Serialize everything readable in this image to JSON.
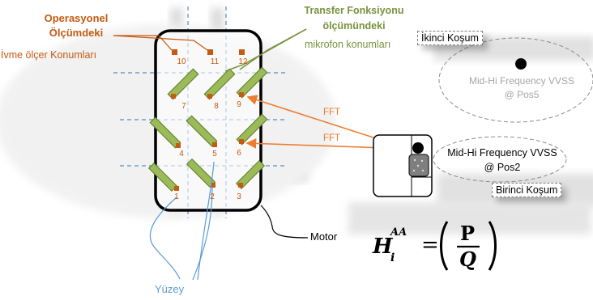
{
  "labels": {
    "operasyonel_line1": "Operasyonel",
    "operasyonel_line2": "Ölçümdeki",
    "ivmeolcer": "İvme ölçer Konumları",
    "transfer_line1": "Transfer Fonksiyonu",
    "transfer_line2": "ölçümündeki",
    "transfer_line3": "mikrofon konumları",
    "ikinci": "İkinci Koşum",
    "birinci": "Birinci Koşum",
    "pos5_line1": "Mid-Hi Frequency VVSS",
    "pos5_line2": "@ Pos5",
    "pos2_line1": "Mid-Hi Frequency VVSS",
    "pos2_line2": "@ Pos2",
    "fft_upper": "FFT",
    "fft_lower": "FFT",
    "motor": "Motor",
    "yuzey": "Yüzey"
  },
  "positions": [
    "1",
    "2",
    "3",
    "4",
    "5",
    "6",
    "7",
    "8",
    "9",
    "10",
    "11",
    "12"
  ],
  "formula": {
    "base": "H",
    "sup": "AA",
    "sub": "i",
    "num": "P",
    "den": "Q"
  },
  "colors": {
    "orange": "#c55a11",
    "fft_arrow": "#ed7d31",
    "green": "#9bbb59",
    "blue_dashed": "#2e75b6",
    "gray": "#a6a6a6"
  }
}
